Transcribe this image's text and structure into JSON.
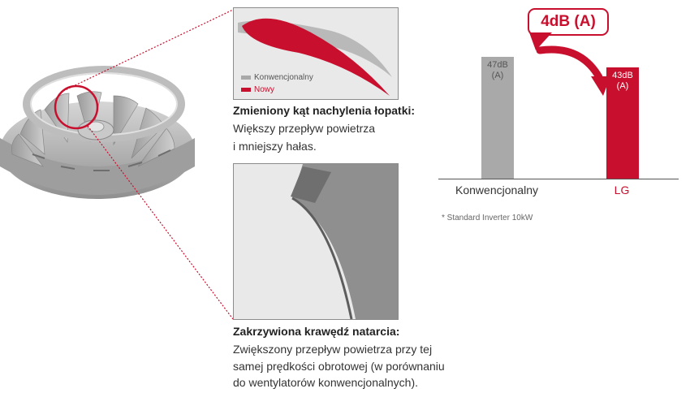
{
  "colors": {
    "accent": "#c8102e",
    "conventional": "#a9a9a9",
    "panel_bg": "#e9e9e9"
  },
  "panel1": {
    "legend": [
      {
        "label": "Konwencjonalny",
        "color": "#a9a9a9"
      },
      {
        "label": "Nowy",
        "color": "#c8102e"
      }
    ],
    "caption_title": "Zmieniony kąt nachylenia łopatki:",
    "caption_lines": [
      "Większy przepływ powietrza",
      "i mniejszy hałas."
    ]
  },
  "panel2": {
    "caption_title": "Zakrzywiona krawędź natarcia:",
    "caption_lines": [
      "Zwiększony przepływ powietrza przy tej",
      "samej prędkości obrotowej (w porównaniu",
      "do wentylatorów konwencjonalnych)."
    ]
  },
  "chart_data": {
    "type": "bar",
    "categories": [
      "Konwencjonalny",
      "LG"
    ],
    "values": [
      47,
      43
    ],
    "units": "dB (A)",
    "bar_labels": [
      "47dB\n(A)",
      "43dB\n(A)"
    ],
    "bar_colors": [
      "#a9a9a9",
      "#c8102e"
    ],
    "label_colors": [
      "#555555",
      "#ffffff"
    ],
    "category_colors": [
      "#333333",
      "#c8102e"
    ],
    "callout": "4dB (A)",
    "footnote": "* Standard Inverter 10kW",
    "ylim": [
      0,
      47
    ]
  }
}
